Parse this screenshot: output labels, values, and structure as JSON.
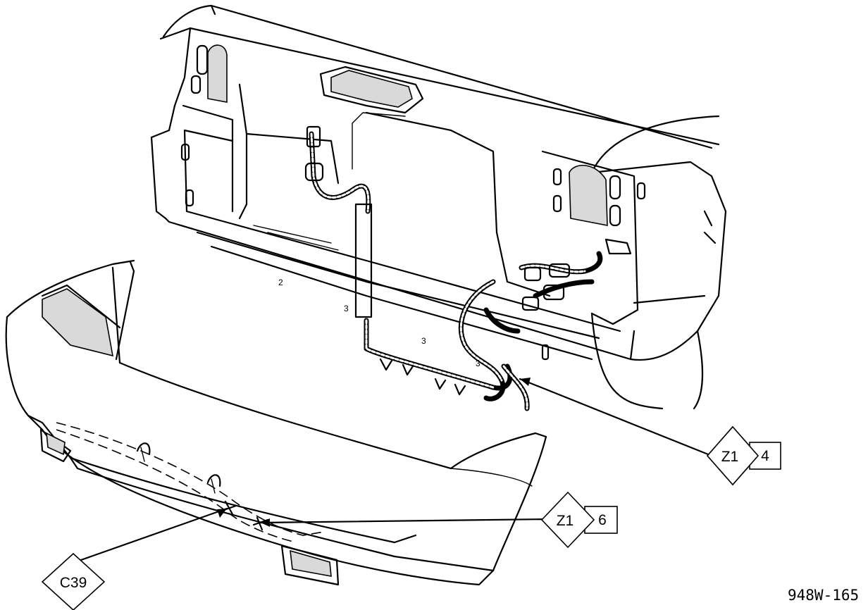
{
  "callouts": {
    "c39": {
      "label": "C39"
    },
    "z1_top": {
      "diamond": "Z1",
      "box": "4"
    },
    "z1_bottom": {
      "diamond": "Z1",
      "box": "6"
    }
  },
  "part_marks": [
    "2",
    "3",
    "3",
    "3"
  ],
  "figure_id": "948W-165"
}
